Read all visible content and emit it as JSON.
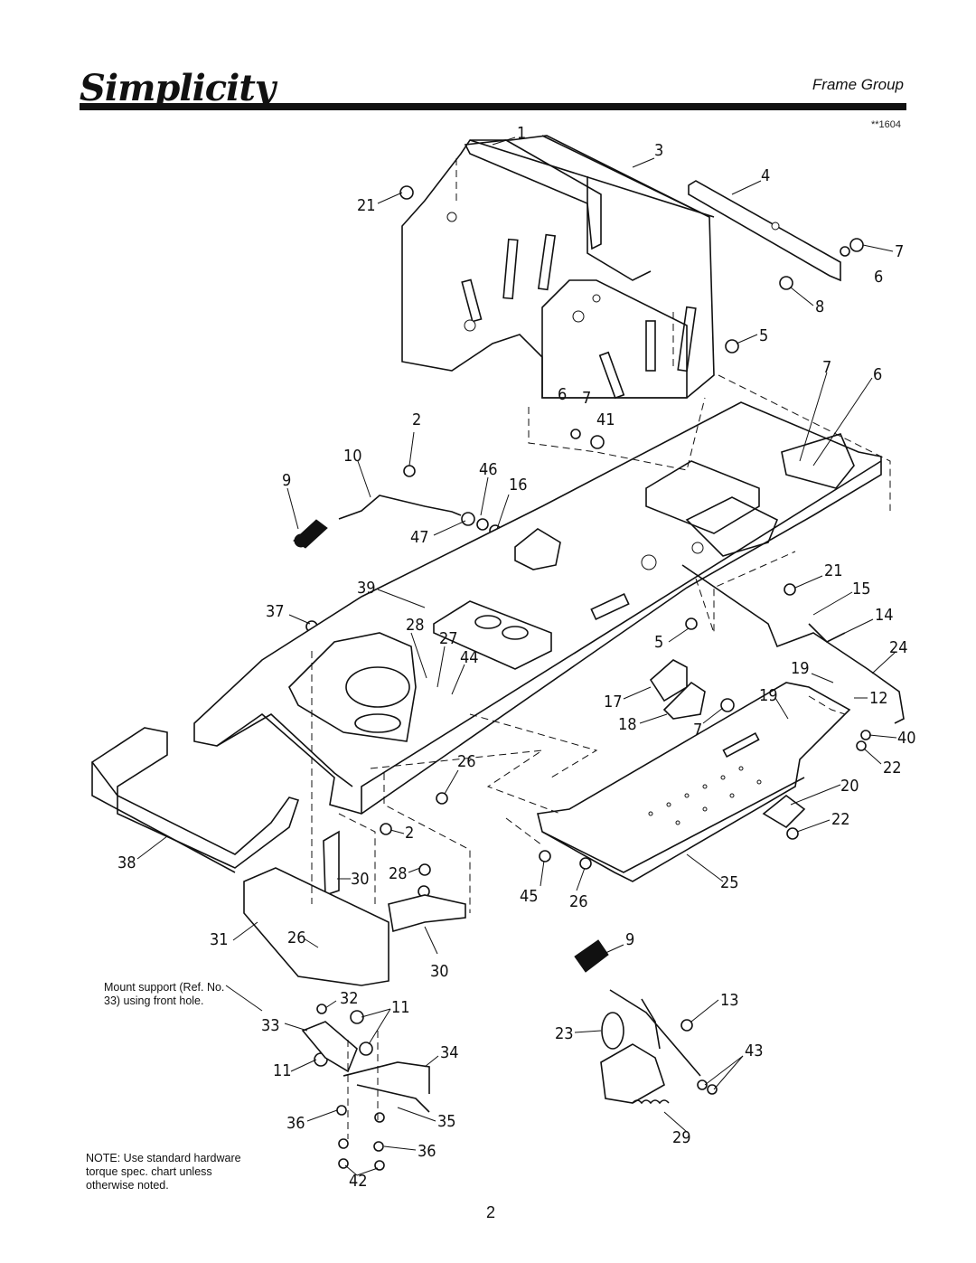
{
  "header": {
    "brand": "Simplicity",
    "section_title": "Frame Group",
    "diagram_code": "**1604"
  },
  "notes": {
    "mount_support": [
      "Mount support (Ref. No.",
      "33) using front hole."
    ],
    "hardware": [
      "NOTE: Use standard hardware",
      "torque spec. chart unless",
      "otherwise noted."
    ]
  },
  "footer": {
    "page_number": "2"
  },
  "callouts": [
    "1",
    "3",
    "4",
    "21",
    "7",
    "6",
    "8",
    "5",
    "7",
    "6",
    "6",
    "7",
    "41",
    "2",
    "10",
    "46",
    "16",
    "9",
    "47",
    "21",
    "15",
    "39",
    "14",
    "37",
    "28",
    "27",
    "44",
    "24",
    "5",
    "19",
    "12",
    "17",
    "19",
    "40",
    "18",
    "7",
    "22",
    "26",
    "20",
    "22",
    "38",
    "2",
    "28",
    "30",
    "45",
    "26",
    "25",
    "31",
    "26",
    "30",
    "9",
    "32",
    "11",
    "13",
    "33",
    "23",
    "43",
    "11",
    "34",
    "36",
    "35",
    "29",
    "36",
    "42"
  ],
  "colors": {
    "ink": "#111111",
    "paper": "#ffffff"
  }
}
